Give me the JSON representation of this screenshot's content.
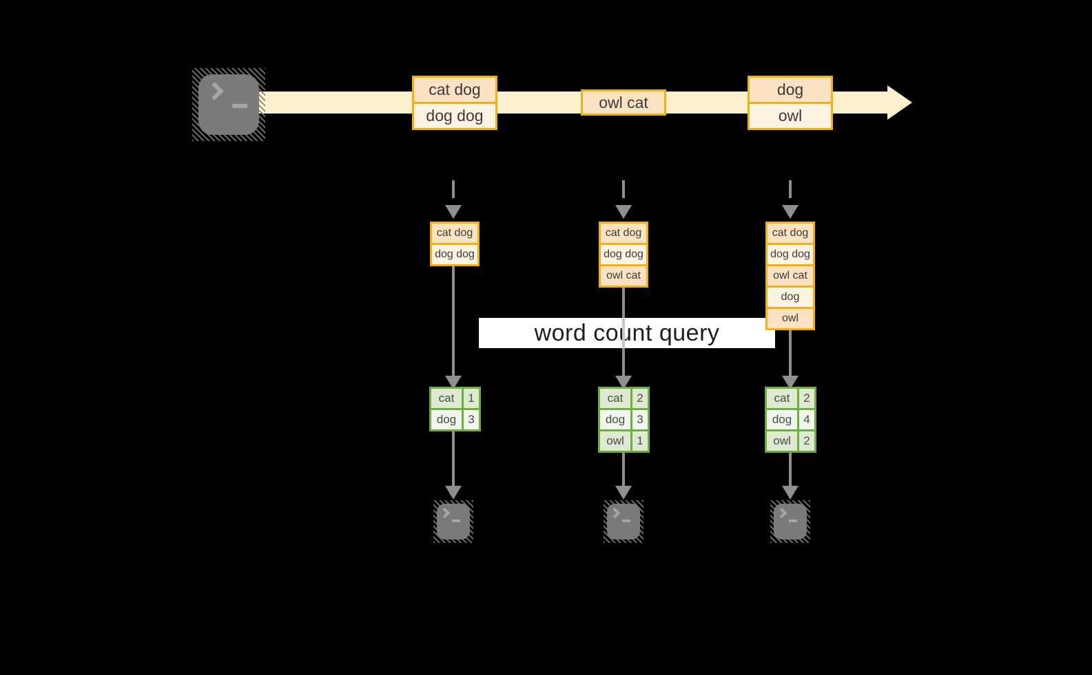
{
  "banner": {
    "label": "word count query"
  },
  "icons": {
    "source": "terminal-icon",
    "sinks": "terminal-icon",
    "terminal_glyph": "❯_"
  },
  "colors": {
    "background": "#000000",
    "stream_band": "#fcf0cd",
    "orange_border": "#f1b013",
    "peach_dark": "#fbe2c2",
    "peach_light": "#fdf3e3",
    "green_border": "#6fad43",
    "green_row_dark": "#deead0",
    "green_row_light": "#f1f6ec",
    "arrow_gray": "#8f8f8f",
    "banner_bg": "#ffffff"
  },
  "timeline": {
    "batches": [
      {
        "items": [
          "cat dog",
          "dog dog"
        ]
      },
      {
        "items": [
          "owl cat"
        ]
      },
      {
        "items": [
          "dog",
          "owl"
        ]
      }
    ]
  },
  "columns": [
    {
      "stack": [
        "cat dog",
        "dog dog"
      ],
      "table": [
        {
          "word": "cat",
          "count": "1"
        },
        {
          "word": "dog",
          "count": "3"
        }
      ]
    },
    {
      "stack": [
        "cat dog",
        "dog dog",
        "owl cat"
      ],
      "table": [
        {
          "word": "cat",
          "count": "2"
        },
        {
          "word": "dog",
          "count": "3"
        },
        {
          "word": "owl",
          "count": "1"
        }
      ]
    },
    {
      "stack": [
        "cat dog",
        "dog dog",
        "owl cat",
        "dog",
        "owl"
      ],
      "table": [
        {
          "word": "cat",
          "count": "2"
        },
        {
          "word": "dog",
          "count": "4"
        },
        {
          "word": "owl",
          "count": "2"
        }
      ]
    }
  ]
}
